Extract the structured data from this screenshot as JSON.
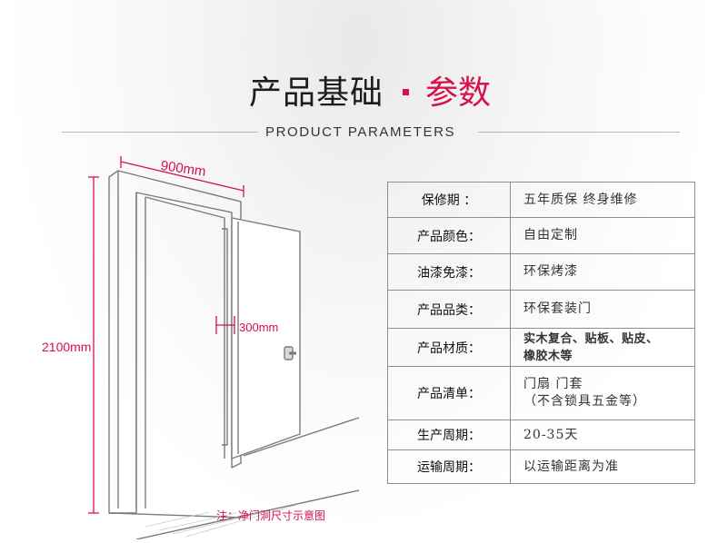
{
  "header": {
    "title_main": "产品基础",
    "title_accent": "参数",
    "subtitle": "PRODUCT PARAMETERS"
  },
  "diagram": {
    "width_label": "900mm",
    "height_label": "2100mm",
    "thickness_label": "300mm",
    "note": "注：净门洞尺寸示意图"
  },
  "colors": {
    "accent": "#d8104b",
    "border": "#8f8f8f"
  },
  "specs": [
    {
      "key": "保修期 ：",
      "value": [
        "五年质保  终身维修"
      ]
    },
    {
      "key": "产品颜色：",
      "value": [
        "自由定制"
      ]
    },
    {
      "key": "油漆免漆：",
      "value": [
        "环保烤漆"
      ]
    },
    {
      "key": "产品品类：",
      "value": [
        "环保套装门"
      ]
    },
    {
      "key": "产品材质：",
      "value": [
        "实木复合、贴板、贴皮、",
        "橡胶木等"
      ]
    },
    {
      "key": "产品清单：",
      "value": [
        "门扇  门套",
        "（不含锁具五金等）"
      ]
    },
    {
      "key": "生产周期：",
      "value": [
        "20-35天"
      ]
    },
    {
      "key": "运输周期：",
      "value": [
        "以运输距离为准"
      ]
    }
  ]
}
